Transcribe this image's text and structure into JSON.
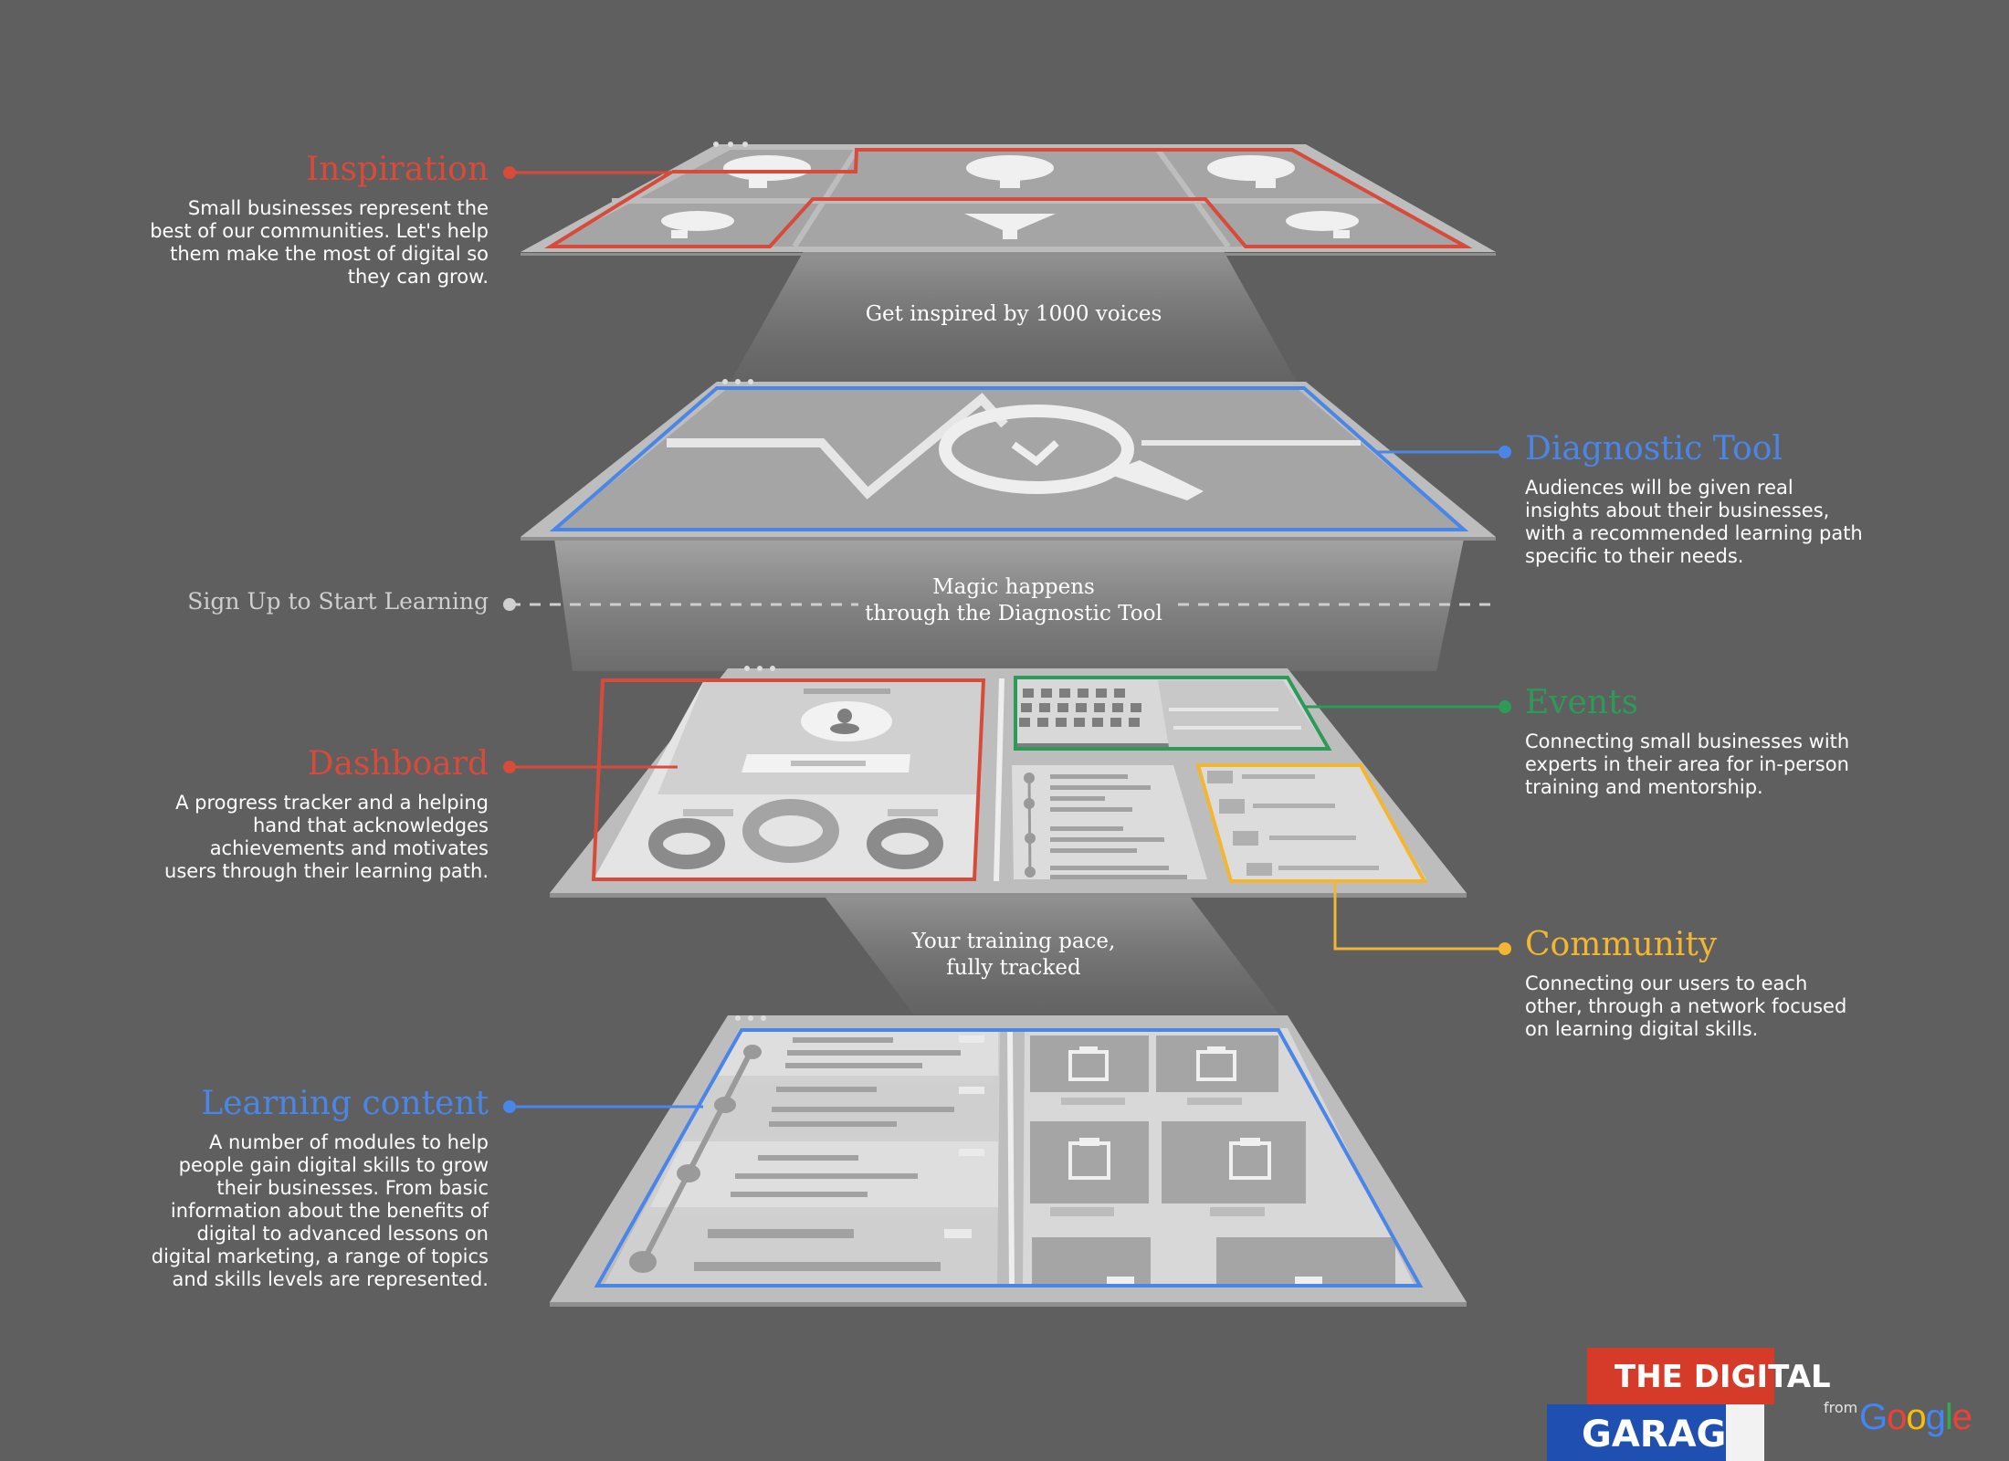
{
  "colors": {
    "background": "#5f5f5f",
    "red": "#d84a3a",
    "blue": "#4a86e8",
    "green": "#2e9a57",
    "yellow": "#f2b632",
    "layer_gray": "#a9a9a9",
    "text_white": "#ffffff"
  },
  "layers": {
    "inspiration": {
      "title": "Inspiration",
      "description_lines": [
        "Small businesses represent the",
        "best of our communities. Let's help",
        "them make the most of digital so",
        "they can grow."
      ]
    },
    "diagnostic_tool": {
      "title": "Diagnostic Tool",
      "description_lines": [
        "Audiences will be given real",
        "insights about their businesses,",
        "with a recommended learning path",
        "specific to their needs."
      ]
    },
    "events": {
      "title": "Events",
      "description_lines": [
        "Connecting small businesses with",
        "experts in their area for in-person",
        "training and mentorship."
      ]
    },
    "dashboard": {
      "title": "Dashboard",
      "description_lines": [
        "A progress tracker and a helping",
        "hand that acknowledges",
        "achievements and motivates",
        "users through their learning path."
      ]
    },
    "community": {
      "title": "Community",
      "description_lines": [
        "Connecting our users to each",
        "other, through a network focused",
        "on learning digital skills."
      ]
    },
    "learning_content": {
      "title": "Learning content",
      "description_lines": [
        "A number of modules to help",
        "people gain digital skills to grow",
        "their businesses. From basic",
        "information about the benefits of",
        "digital to advanced lessons on",
        "digital marketing, a range of topics",
        "and skills levels are represented."
      ]
    }
  },
  "captions": {
    "voices": "Get inspired by 1000 voices",
    "magic": [
      "Magic happens",
      "through the Diagnostic Tool"
    ],
    "training": [
      "Your training pace,",
      "fully tracked"
    ]
  },
  "signup": "Sign Up to Start Learning",
  "logo": {
    "line1": "THE DIGITAL",
    "line2": "GARAGE",
    "from": "from",
    "brand": "Google"
  }
}
